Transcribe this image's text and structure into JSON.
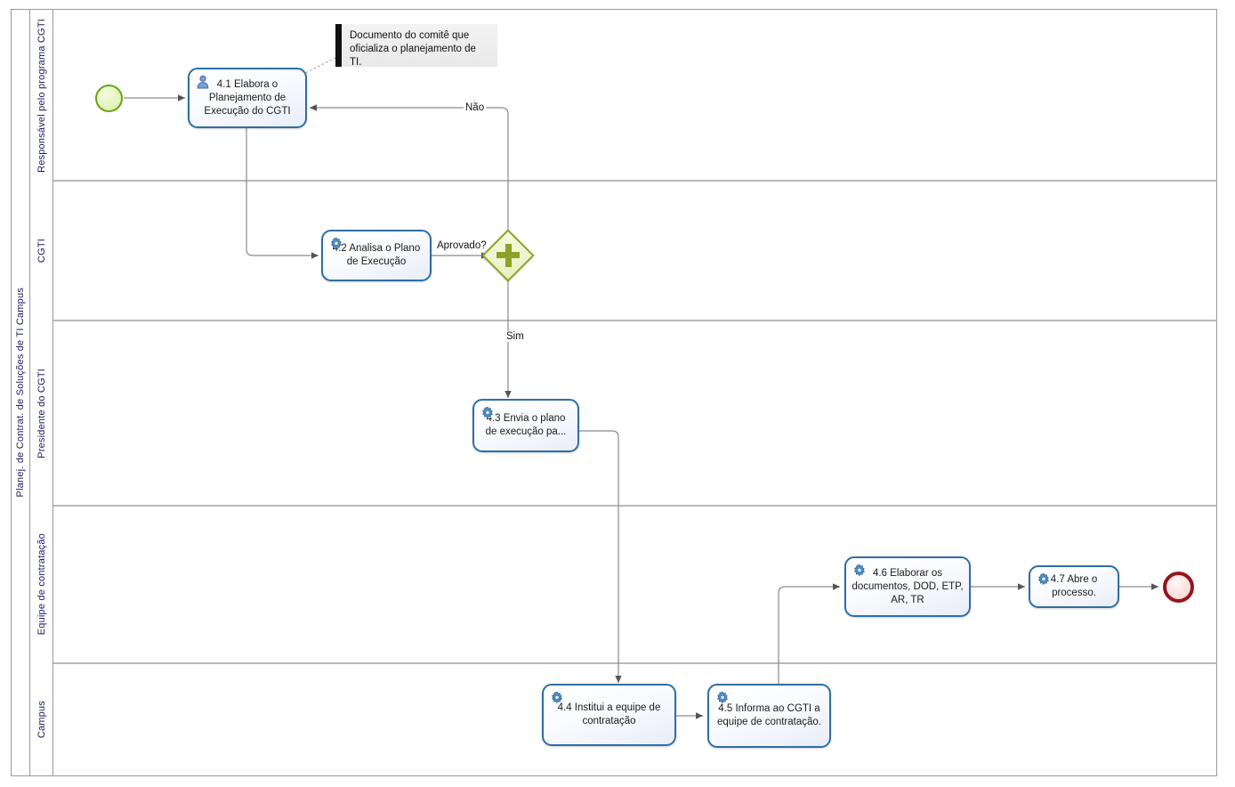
{
  "pool": {
    "label": "Planej. de Contrat. de Soluções de TI Campus"
  },
  "lanes": [
    {
      "label": "Responsável pelo programa CGTI"
    },
    {
      "label": "CGTI"
    },
    {
      "label": "Presidente do CGTI"
    },
    {
      "label": "Equipe de contratação"
    },
    {
      "label": "Campus"
    }
  ],
  "events": {
    "start": {
      "name": "start-event",
      "label": ""
    },
    "end": {
      "name": "end-event",
      "label": ""
    }
  },
  "tasks": [
    {
      "id": "t41",
      "label": "4.1 Elabora o Planejamento de Execução do CGTI",
      "icon": "user-icon",
      "lane": "Responsável pelo programa CGTI"
    },
    {
      "id": "t42",
      "label": "4.2 Analisa o Plano de Execução",
      "icon": "gear-icon",
      "lane": "CGTI"
    },
    {
      "id": "t43",
      "label": "4.3 Envia o plano de execução pa...",
      "icon": "gear-icon",
      "lane": "Presidente do CGTI"
    },
    {
      "id": "t44",
      "label": "4.4 Institui a equipe de contratação",
      "icon": "gear-icon",
      "lane": "Campus"
    },
    {
      "id": "t45",
      "label": "4.5 Informa ao CGTI a equipe de contratação.",
      "icon": "gear-icon",
      "lane": "Campus"
    },
    {
      "id": "t46",
      "label": "4.6 Elaborar os documentos, DOD, ETP, AR, TR",
      "icon": "gear-icon",
      "lane": "Equipe de contratação"
    },
    {
      "id": "t47",
      "label": "4.7 Abre o processo.",
      "icon": "gear-icon",
      "lane": "Equipe de contratação"
    }
  ],
  "gateway": {
    "id": "gw1",
    "type": "complex-gateway",
    "symbol": "+"
  },
  "annotation": {
    "text": "Documento do comitê que oficializa o planejamento de TI."
  },
  "flow_labels": {
    "approved_question": "Aprovado?",
    "no": "Não",
    "yes": "Sim"
  },
  "colors": {
    "task_border": "#2f6ea5",
    "start_border": "#6aa318",
    "end_border": "#96161d",
    "gateway_border": "#8ea227",
    "lane_line": "#b8b8b8",
    "connector": "#8a8a8a",
    "lane_label_text": "#1a1a5e"
  }
}
